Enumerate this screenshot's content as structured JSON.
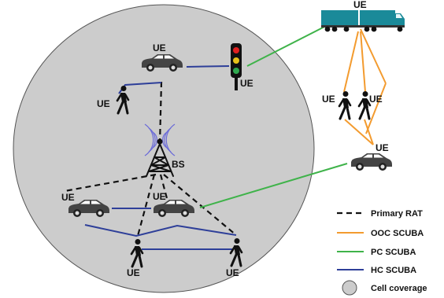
{
  "colors": {
    "cell_fill": "#cccccc",
    "cell_stroke": "#555555",
    "primary_rat": "#111111",
    "ooc_scuba": "#f39b2f",
    "pc_scuba": "#3fb34a",
    "hc_scuba": "#2e3f99",
    "vehicle_body": "#444444",
    "truck_body": "#1a8a99",
    "signal_red": "#e02020",
    "signal_yellow": "#e8c21a",
    "signal_green": "#2fa84f"
  },
  "labels": {
    "ue": "UE",
    "bs": "BS"
  },
  "legend": {
    "primary_rat": "Primary RAT",
    "ooc_scuba": "OOC SCUBA",
    "pc_scuba": "PC SCUBA",
    "hc_scuba": "HC SCUBA",
    "cell_coverage": "Cell coverage"
  }
}
